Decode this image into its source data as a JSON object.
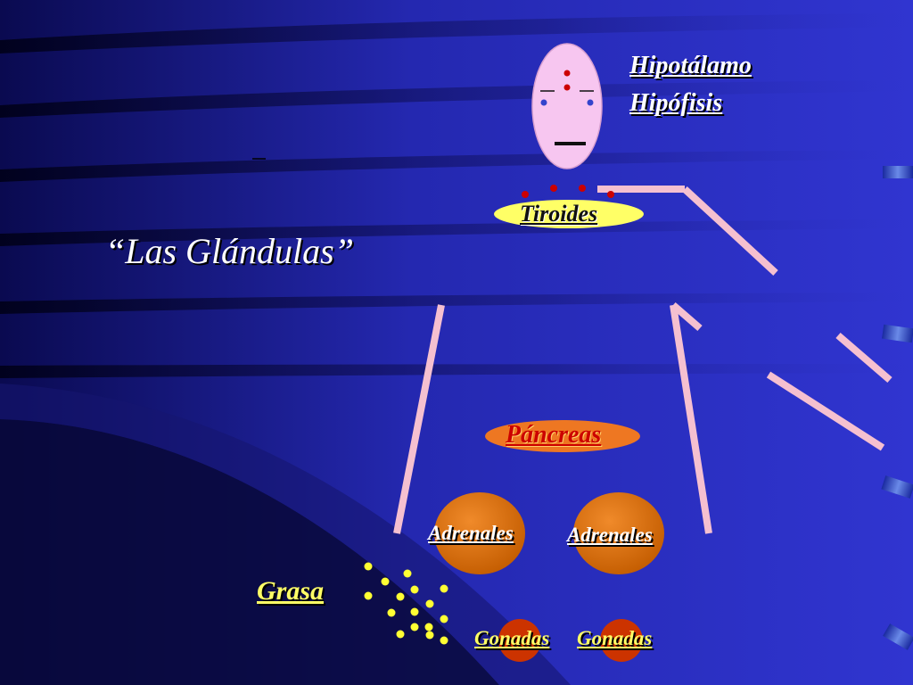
{
  "title": "“Las Glándulas”",
  "glands": {
    "hipotalamo": "Hipotálamo",
    "hipofisis": "Hipófisis",
    "tiroides": "Tiroides",
    "pancreas": "Páncreas",
    "adrenal_left": "Adrenales",
    "adrenal_right": "Adrenales",
    "grasa": "Grasa",
    "gonadas_left": "Gonadas",
    "gonadas_right": "Gonadas"
  },
  "colors": {
    "background": "#2b2fc4",
    "body_lines": "#f5c0d0",
    "head_fill": "#f7c6f0",
    "tiroides_fill": "#ffff66",
    "pancreas_fill": "#ee7722",
    "adrenal_fill": "#cc6600",
    "gonad_fill": "#cc3300",
    "fat_dots": "#ffff33"
  }
}
